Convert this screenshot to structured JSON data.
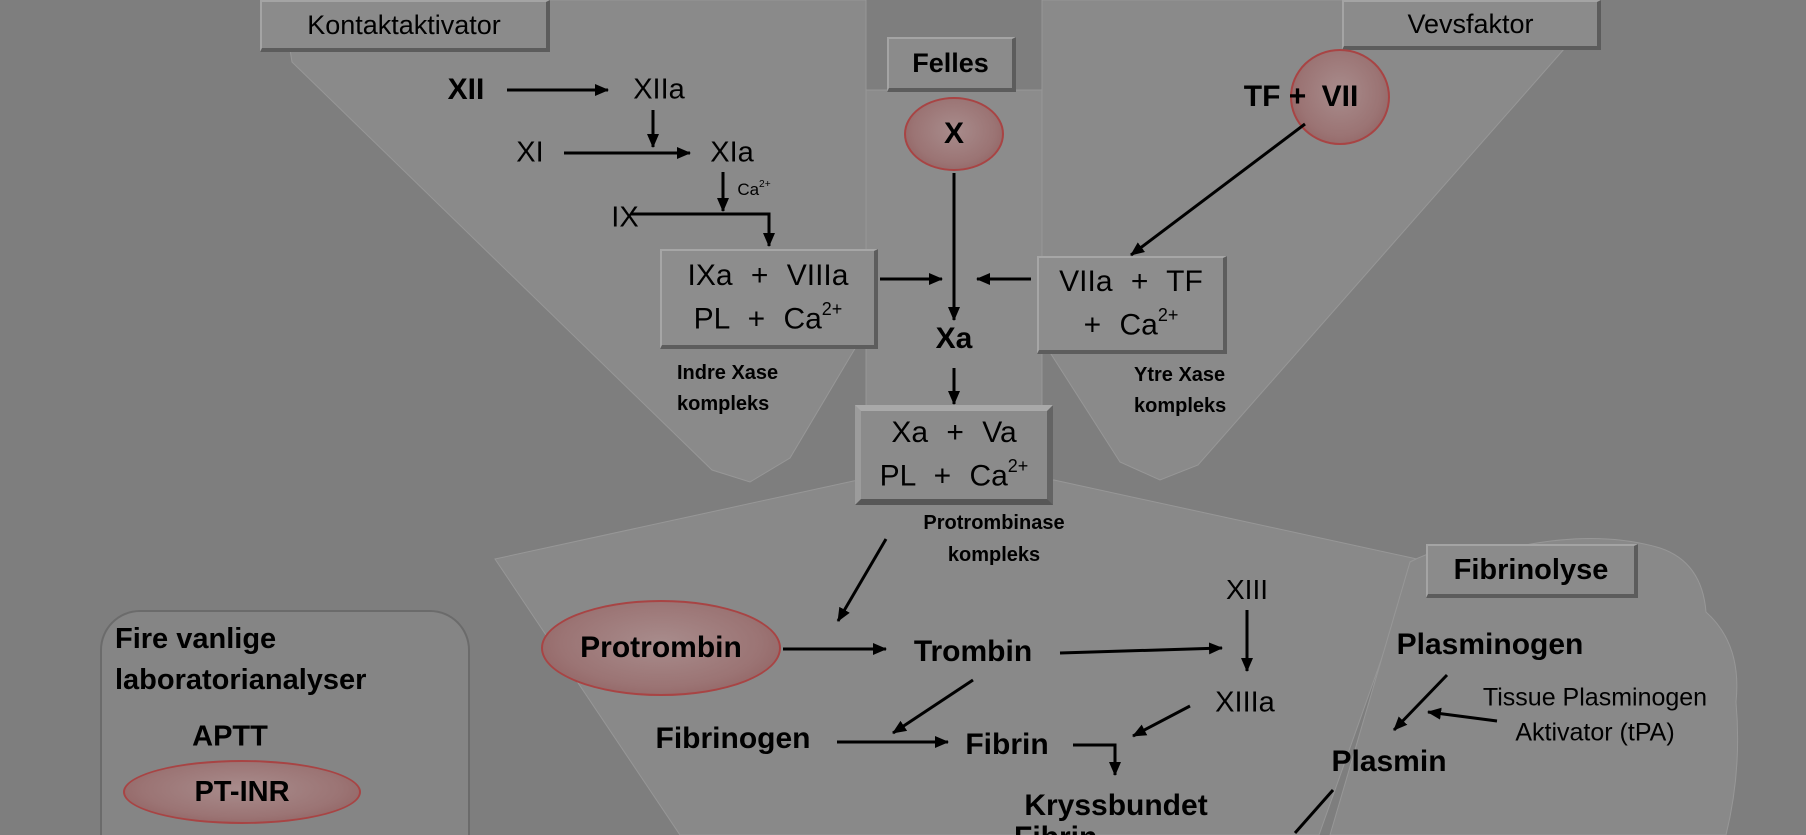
{
  "colors": {
    "background": "#7e7e7e",
    "shape": "#8a8a8a",
    "highlight_fill": "#9b7474",
    "highlight_border": "#a84444",
    "text": "#000000"
  },
  "intrinsic": {
    "header": "Kontaktaktivator",
    "xii": "XII",
    "xiia": "XIIa",
    "xi": "XI",
    "xia": "XIa",
    "ca": "Ca",
    "ca_sup": "2+",
    "ix": "IX",
    "complex_line1": "IXa + VIIIa",
    "complex_line2": "PL + Ca",
    "complex_sup": "2+",
    "label_line1": "Indre Xase",
    "label_line2": "kompleks"
  },
  "extrinsic": {
    "header": "Vevsfaktor",
    "tf": "TF +",
    "vii": "VII",
    "complex_line1": "VIIa + TF",
    "complex_line2": "+ Ca",
    "complex_sup": "2+",
    "label_line1": "Ytre Xase",
    "label_line2": "kompleks"
  },
  "common": {
    "header": "Felles",
    "x": "X",
    "xa": "Xa",
    "complex_line1": "Xa + Va",
    "complex_line2": "PL + Ca",
    "complex_sup": "2+",
    "label_line1": "Protrombinase",
    "label_line2": "kompleks",
    "protrombin": "Protrombin",
    "trombin": "Trombin",
    "xiii": "XIII",
    "xiiia": "XIIIa",
    "fibrinogen": "Fibrinogen",
    "fibrin": "Fibrin",
    "crosslinked_line1": "Kryssbundet",
    "crosslinked_line2": "Fibrin"
  },
  "fibrinolysis": {
    "header": "Fibrinolyse",
    "plasminogen": "Plasminogen",
    "tpa_line1": "Tissue Plasminogen",
    "tpa_line2": "Aktivator (tPA)",
    "plasmin": "Plasmin"
  },
  "lab_panel": {
    "title_line1": "Fire vanlige",
    "title_line2": "laboratorianalyser",
    "tests": [
      {
        "label": "APTT",
        "highlighted": false
      },
      {
        "label": "PT-INR",
        "highlighted": true
      }
    ]
  }
}
